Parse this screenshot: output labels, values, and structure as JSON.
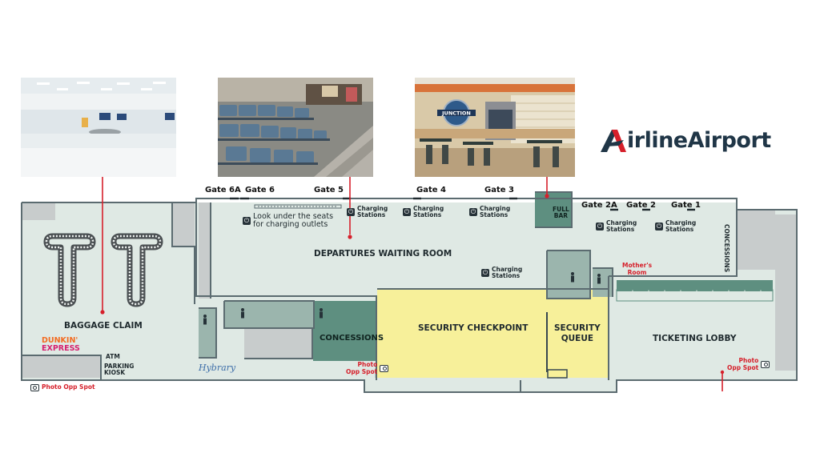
{
  "brand": {
    "name": "irlineAirport",
    "accent": "#d6202b",
    "dark": "#203647"
  },
  "gates": {
    "g6a": "Gate 6A",
    "g6": "Gate 6",
    "g5": "Gate 5",
    "g4": "Gate 4",
    "g3": "Gate 3",
    "g2a": "Gate 2A",
    "g2": "Gate 2",
    "g1": "Gate 1"
  },
  "areas": {
    "baggage_claim": "BAGGAGE CLAIM",
    "departures": "DEPARTURES WAITING ROOM",
    "security_checkpoint": "SECURITY CHECKPOINT",
    "security_queue_1": "SECURITY",
    "security_queue_2": "QUEUE",
    "ticketing": "TICKETING LOBBY",
    "concessions_main": "CONCESSIONS",
    "concessions_side": "CONCESSIONS",
    "full_bar_1": "FULL",
    "full_bar_2": "BAR",
    "mothers_room_1": "Mother's",
    "mothers_room_2": "Room",
    "atm": "ATM",
    "parking_1": "PARKING",
    "parking_2": "KIOSK",
    "hybrary": "Hybrary",
    "dunkin_1": "DUNKIN'",
    "dunkin_2": "EXPRESS"
  },
  "charging": {
    "line1": "Charging",
    "line2": "Stations"
  },
  "seats_note": {
    "line1": "Look under the seats",
    "line2": "for charging outlets"
  },
  "photo_opp": {
    "left": "Photo Opp Spot",
    "mid_1": "Photo",
    "mid_2": "Opp Spot",
    "right_1": "Photo",
    "right_2": "Opp Spot"
  },
  "colors": {
    "floor": "#dfe9e4",
    "wall": "#5b6b70",
    "room": "#9bb5ad",
    "concessions": "#5e8f80",
    "security": "#f7f09a",
    "grey": "#c8cccc"
  }
}
